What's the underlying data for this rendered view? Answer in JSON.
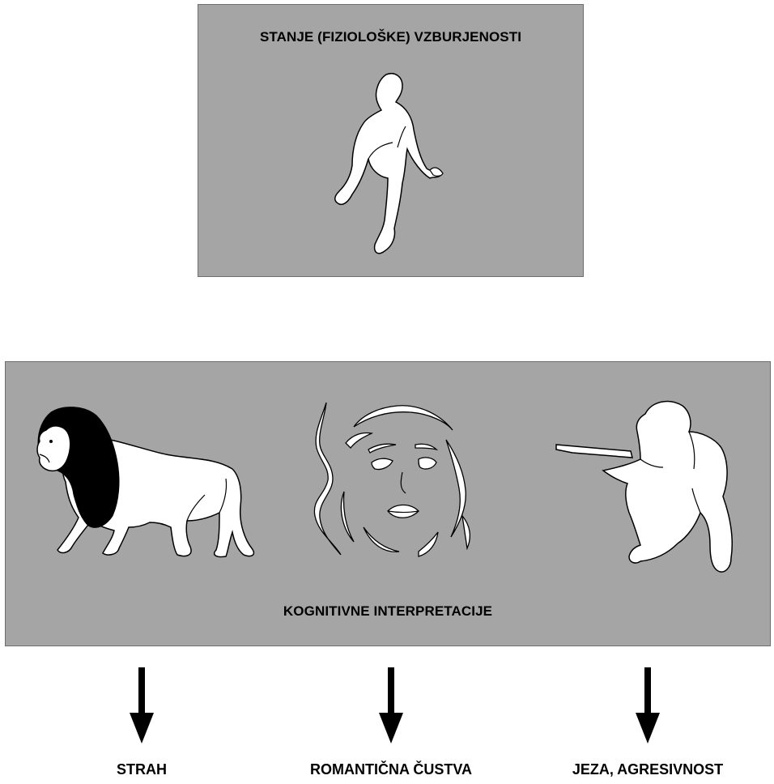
{
  "arousal": {
    "title": "STANJE (FIZIOLOŠKE) VZBURJENOSTI",
    "figure_icon": "crouching-person-silhouette"
  },
  "interpretations": {
    "title": "KOGNITIVNE INTERPRETACIJE",
    "items": [
      {
        "icon": "lion-icon",
        "emotion": "STRAH"
      },
      {
        "icon": "woman-face-icon",
        "emotion": "ROMANTIČNA ČUSTVA"
      },
      {
        "icon": "soldier-icon",
        "emotion": "JEZA, AGRESIVNOST"
      }
    ]
  },
  "colors": {
    "panel": "#a5a5a5",
    "figure": "#ffffff",
    "outline": "#000000",
    "text": "#000000"
  }
}
